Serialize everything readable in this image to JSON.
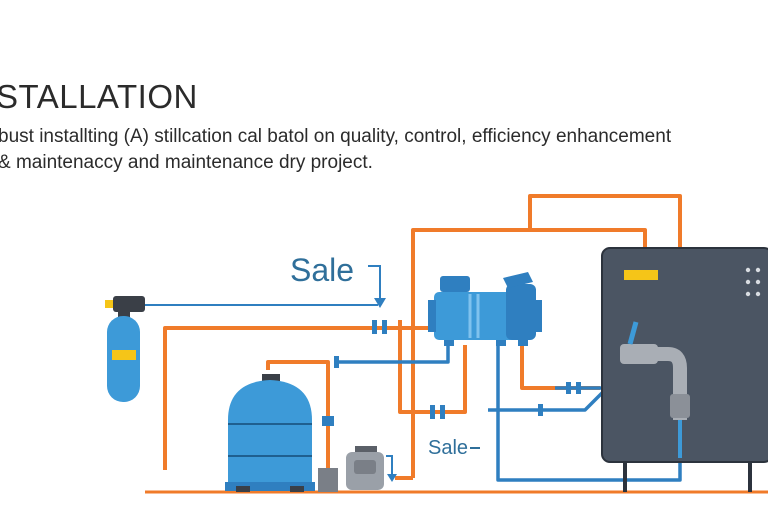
{
  "heading": {
    "title": "STALLATION"
  },
  "description": {
    "line1": "bust installting (A) stillcation cal batol on quality, control, efficiency enhancement",
    "line2": "& maintenaccy and maintenance dry project."
  },
  "labels": {
    "sale_top": "Sale",
    "sale_bottom": "Sale"
  },
  "colors": {
    "pipe_orange": "#f07b2a",
    "pipe_blue": "#2f7fc0",
    "equipment_blue": "#3d9ad8",
    "cabinet": "#4b5563",
    "accent_yellow": "#f5c518",
    "ground": "#f07b2a"
  }
}
